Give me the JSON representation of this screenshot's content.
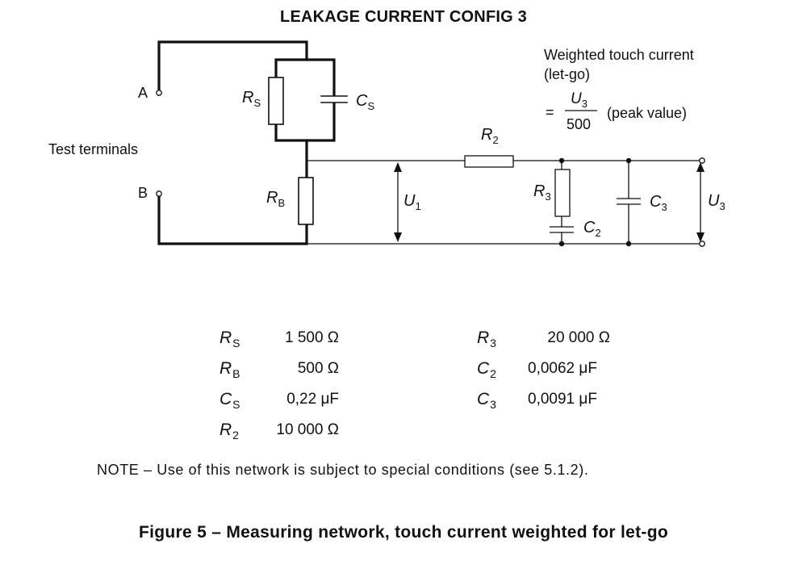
{
  "title": "LEAKAGE CURRENT CONFIG 3",
  "diagram": {
    "terminal_a": "A",
    "terminal_b": "B",
    "test_terminals": "Test terminals",
    "formula": {
      "heading_line1": "Weighted touch current",
      "heading_line2": "(let-go)",
      "equals": "=",
      "numerator": "U",
      "numerator_sub": "3",
      "denominator": "500",
      "suffix": "(peak value)"
    },
    "labels": {
      "rs": {
        "main": "R",
        "sub": "S"
      },
      "cs": {
        "main": "C",
        "sub": "S"
      },
      "rb": {
        "main": "R",
        "sub": "B"
      },
      "u1": {
        "main": "U",
        "sub": "1"
      },
      "r2": {
        "main": "R",
        "sub": "2"
      },
      "r3": {
        "main": "R",
        "sub": "3"
      },
      "c2": {
        "main": "C",
        "sub": "2"
      },
      "c3": {
        "main": "C",
        "sub": "3"
      },
      "u3": {
        "main": "U",
        "sub": "3"
      }
    }
  },
  "components_table": [
    {
      "symbol": "R",
      "sub": "S",
      "value": "1 500 Ω"
    },
    {
      "symbol": "R",
      "sub": "B",
      "value": "500 Ω"
    },
    {
      "symbol": "C",
      "sub": "S",
      "value": "0,22 μF"
    },
    {
      "symbol": "R",
      "sub": "2",
      "value": "10 000 Ω"
    },
    {
      "symbol": "R",
      "sub": "3",
      "value": "20 000 Ω"
    },
    {
      "symbol": "C",
      "sub": "2",
      "value": "0,0062 μF"
    },
    {
      "symbol": "C",
      "sub": "3",
      "value": "0,0091 μF"
    }
  ],
  "note": "NOTE – Use of this network is subject to special conditions (see 5.1.2).",
  "caption": "Figure 5 – Measuring network, touch current weighted for let-go"
}
